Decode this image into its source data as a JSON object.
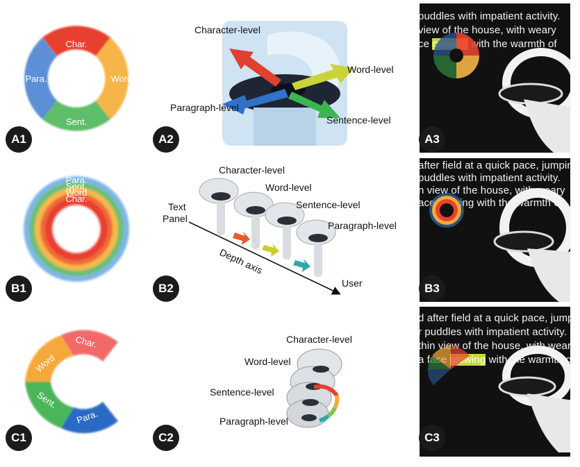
{
  "panel_a1": {
    "segments": [
      {
        "label": "Char.",
        "color": "#e8412e"
      },
      {
        "label": "Word",
        "color": "#f6b548"
      },
      {
        "label": "Sent.",
        "color": "#5fbe6a"
      },
      {
        "label": "Para.",
        "color": "#5b8fd6"
      }
    ],
    "badge": "A1"
  },
  "panel_a2": {
    "labels": {
      "character": "Character-level",
      "word": "Word-level",
      "paragraph": "Paragraph-level",
      "sentence": "Sentence-level"
    },
    "badge": "A2"
  },
  "panel_a3": {
    "lines": [
      "puddles with impatient activity.",
      "view of the house, with weary",
      "ce glowing with the warmth of"
    ],
    "highlight_word": "glowing",
    "badge": "A3"
  },
  "panel_b1": {
    "ring_labels": [
      "Para.",
      "Sent.",
      "Word",
      "Char."
    ],
    "badge": "B1"
  },
  "panel_b2": {
    "labels": {
      "character": "Character-level",
      "word": "Word-level",
      "sentence": "Sentence-level",
      "paragraph": "Paragraph-level",
      "text_panel": "Text\nPanel",
      "depth_axis": "Depth axis",
      "user": "User"
    },
    "badge": "B2"
  },
  "panel_b3": {
    "lines": [
      "after field at a quick pace, jumping",
      "puddles with impatient activity.",
      "n view of the house, with weary",
      "ace glowing with the warmth of"
    ],
    "badge": "B3"
  },
  "panel_c1": {
    "segments": [
      {
        "label": "Char.",
        "color": "#f06b6b"
      },
      {
        "label": "Word",
        "color": "#f6a93a"
      },
      {
        "label": "Sent.",
        "color": "#4cb55a"
      },
      {
        "label": "Para.",
        "color": "#2a6bc4"
      }
    ],
    "badge": "C1"
  },
  "panel_c2": {
    "labels": {
      "character": "Character-level",
      "word": "Word-level",
      "sentence": "Sentence-level",
      "paragraph": "Paragraph-level"
    },
    "badge": "C2"
  },
  "panel_c3": {
    "lines": [
      "d after field at a quick pace, jumpin",
      "r puddles with impatient activity.",
      "thin view of the house, with weary",
      "a face glowing with the warmth of"
    ],
    "highlight_word": "glowing",
    "badge": "C3"
  }
}
